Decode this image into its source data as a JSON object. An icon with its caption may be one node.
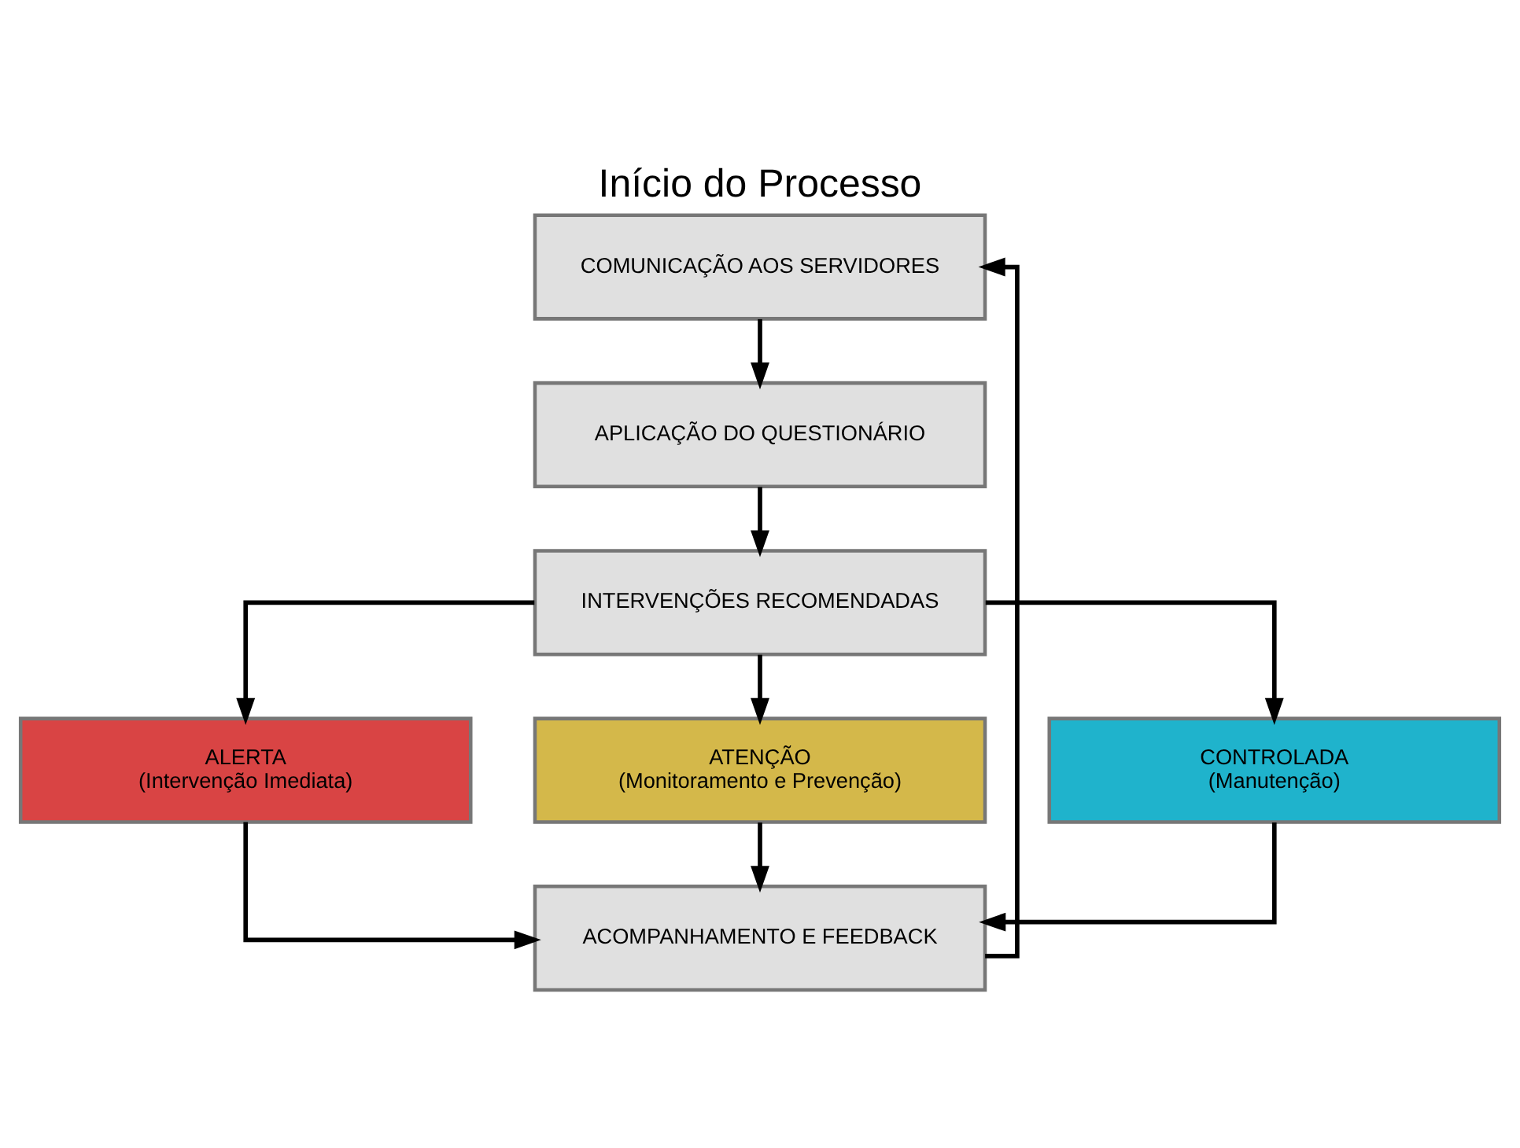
{
  "diagram": {
    "title": "Início do Processo",
    "nodes": [
      {
        "text": [
          "COMUNICAÇÃO AOS SERVIDORES"
        ]
      },
      {
        "text": [
          "APLICAÇÃO DO QUESTIONÁRIO"
        ]
      },
      {
        "text": [
          "INTERVENÇÕES RECOMENDADAS"
        ]
      },
      {
        "text": [
          "ALERTA",
          "(Intervenção Imediata)"
        ]
      },
      {
        "text": [
          "ATENÇÃO",
          "(Monitoramento e Prevenção)"
        ]
      },
      {
        "text": [
          "CONTROLADA",
          "(Manutenção)"
        ]
      },
      {
        "text": [
          "ACOMPANHAMENTO E FEEDBACK"
        ]
      }
    ],
    "edges": [
      {
        "from": 0,
        "to": 1,
        "arrow": "to"
      },
      {
        "from": 1,
        "to": 2,
        "arrow": "to"
      },
      {
        "from": 2,
        "to": 3,
        "arrow": "to"
      },
      {
        "from": 2,
        "to": 4,
        "arrow": "to"
      },
      {
        "from": 2,
        "to": 5,
        "arrow": "to"
      },
      {
        "from": 3,
        "to": 6,
        "arrow": "to"
      },
      {
        "from": 4,
        "to": 6,
        "arrow": "to"
      },
      {
        "from": 5,
        "to": 6,
        "arrow": "to"
      },
      {
        "from": 6,
        "to": 0,
        "arrow": "to"
      }
    ]
  }
}
